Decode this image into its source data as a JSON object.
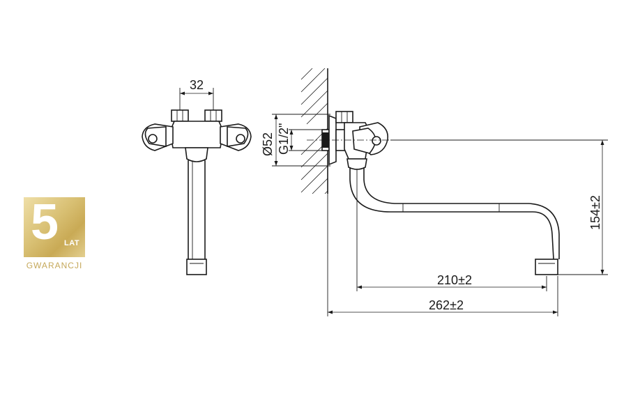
{
  "badge": {
    "number": "5",
    "unit": "LAT",
    "caption": "GWARANCJI",
    "color": "#c9aa55"
  },
  "dimensions": {
    "front_spacing": "32",
    "diameter": "Ø52",
    "thread": "G1/2\"",
    "spout_height": "154±2",
    "spout_reach": "210±2",
    "total_reach": "262±2"
  }
}
